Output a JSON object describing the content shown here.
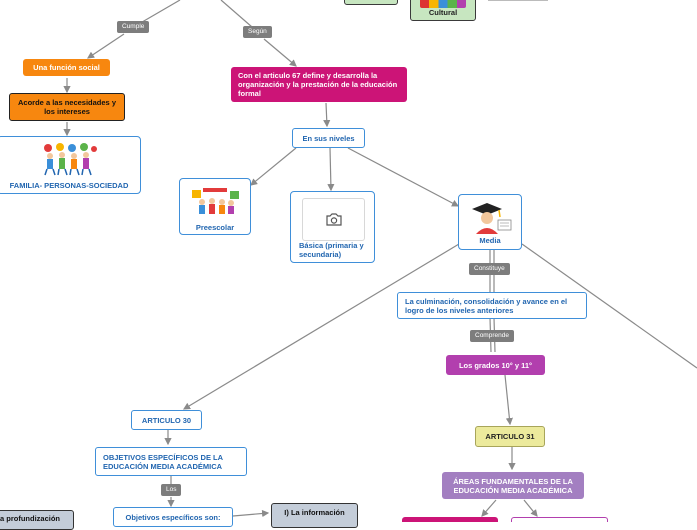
{
  "labels": {
    "cumple": "Cumple",
    "segun": "Según",
    "constituye": "Constituye",
    "comprende": "Comprende",
    "los": "Los"
  },
  "nodes": {
    "cultural": "Cultural",
    "funcion_social": "Una función social",
    "necesidades": "Acorde a las necesidades y los intereses",
    "familia": "FAMILIA- PERSONAS-SOCIEDAD",
    "articulo67": "Con el articulo 67  define y desarrolla la organización y la prestación de la educación formal",
    "niveles": "En sus niveles",
    "preescolar": "Preescolar",
    "basica": "Básica (primaria y secundaria)",
    "media": "Media",
    "culminacion": "La culminación, consolidación y avance en el logro de los niveles anteriores",
    "grados": "Los grados 10° y 11°",
    "articulo30": "ARTICULO 30",
    "articulo31": "ARTICULO 31",
    "objetivos": "OBJETIVOS ESPECÍFICOS DE LA EDUCACIÓN MEDIA ACADÉMICA",
    "areas": "ÁREAS FUNDAMENTALES DE LA EDUCACIÓN MEDIA ACADÉMICA",
    "objetivos_son": "Objetivos específicos son:",
    "informacion": "I) La información",
    "profundizacion": "a profundización"
  },
  "colors": {
    "connector": "#8a8a8a",
    "blue_border": "#3f8fd9",
    "orange": "#f7870f",
    "magenta": "#cc1477",
    "purple": "#b23fae"
  }
}
